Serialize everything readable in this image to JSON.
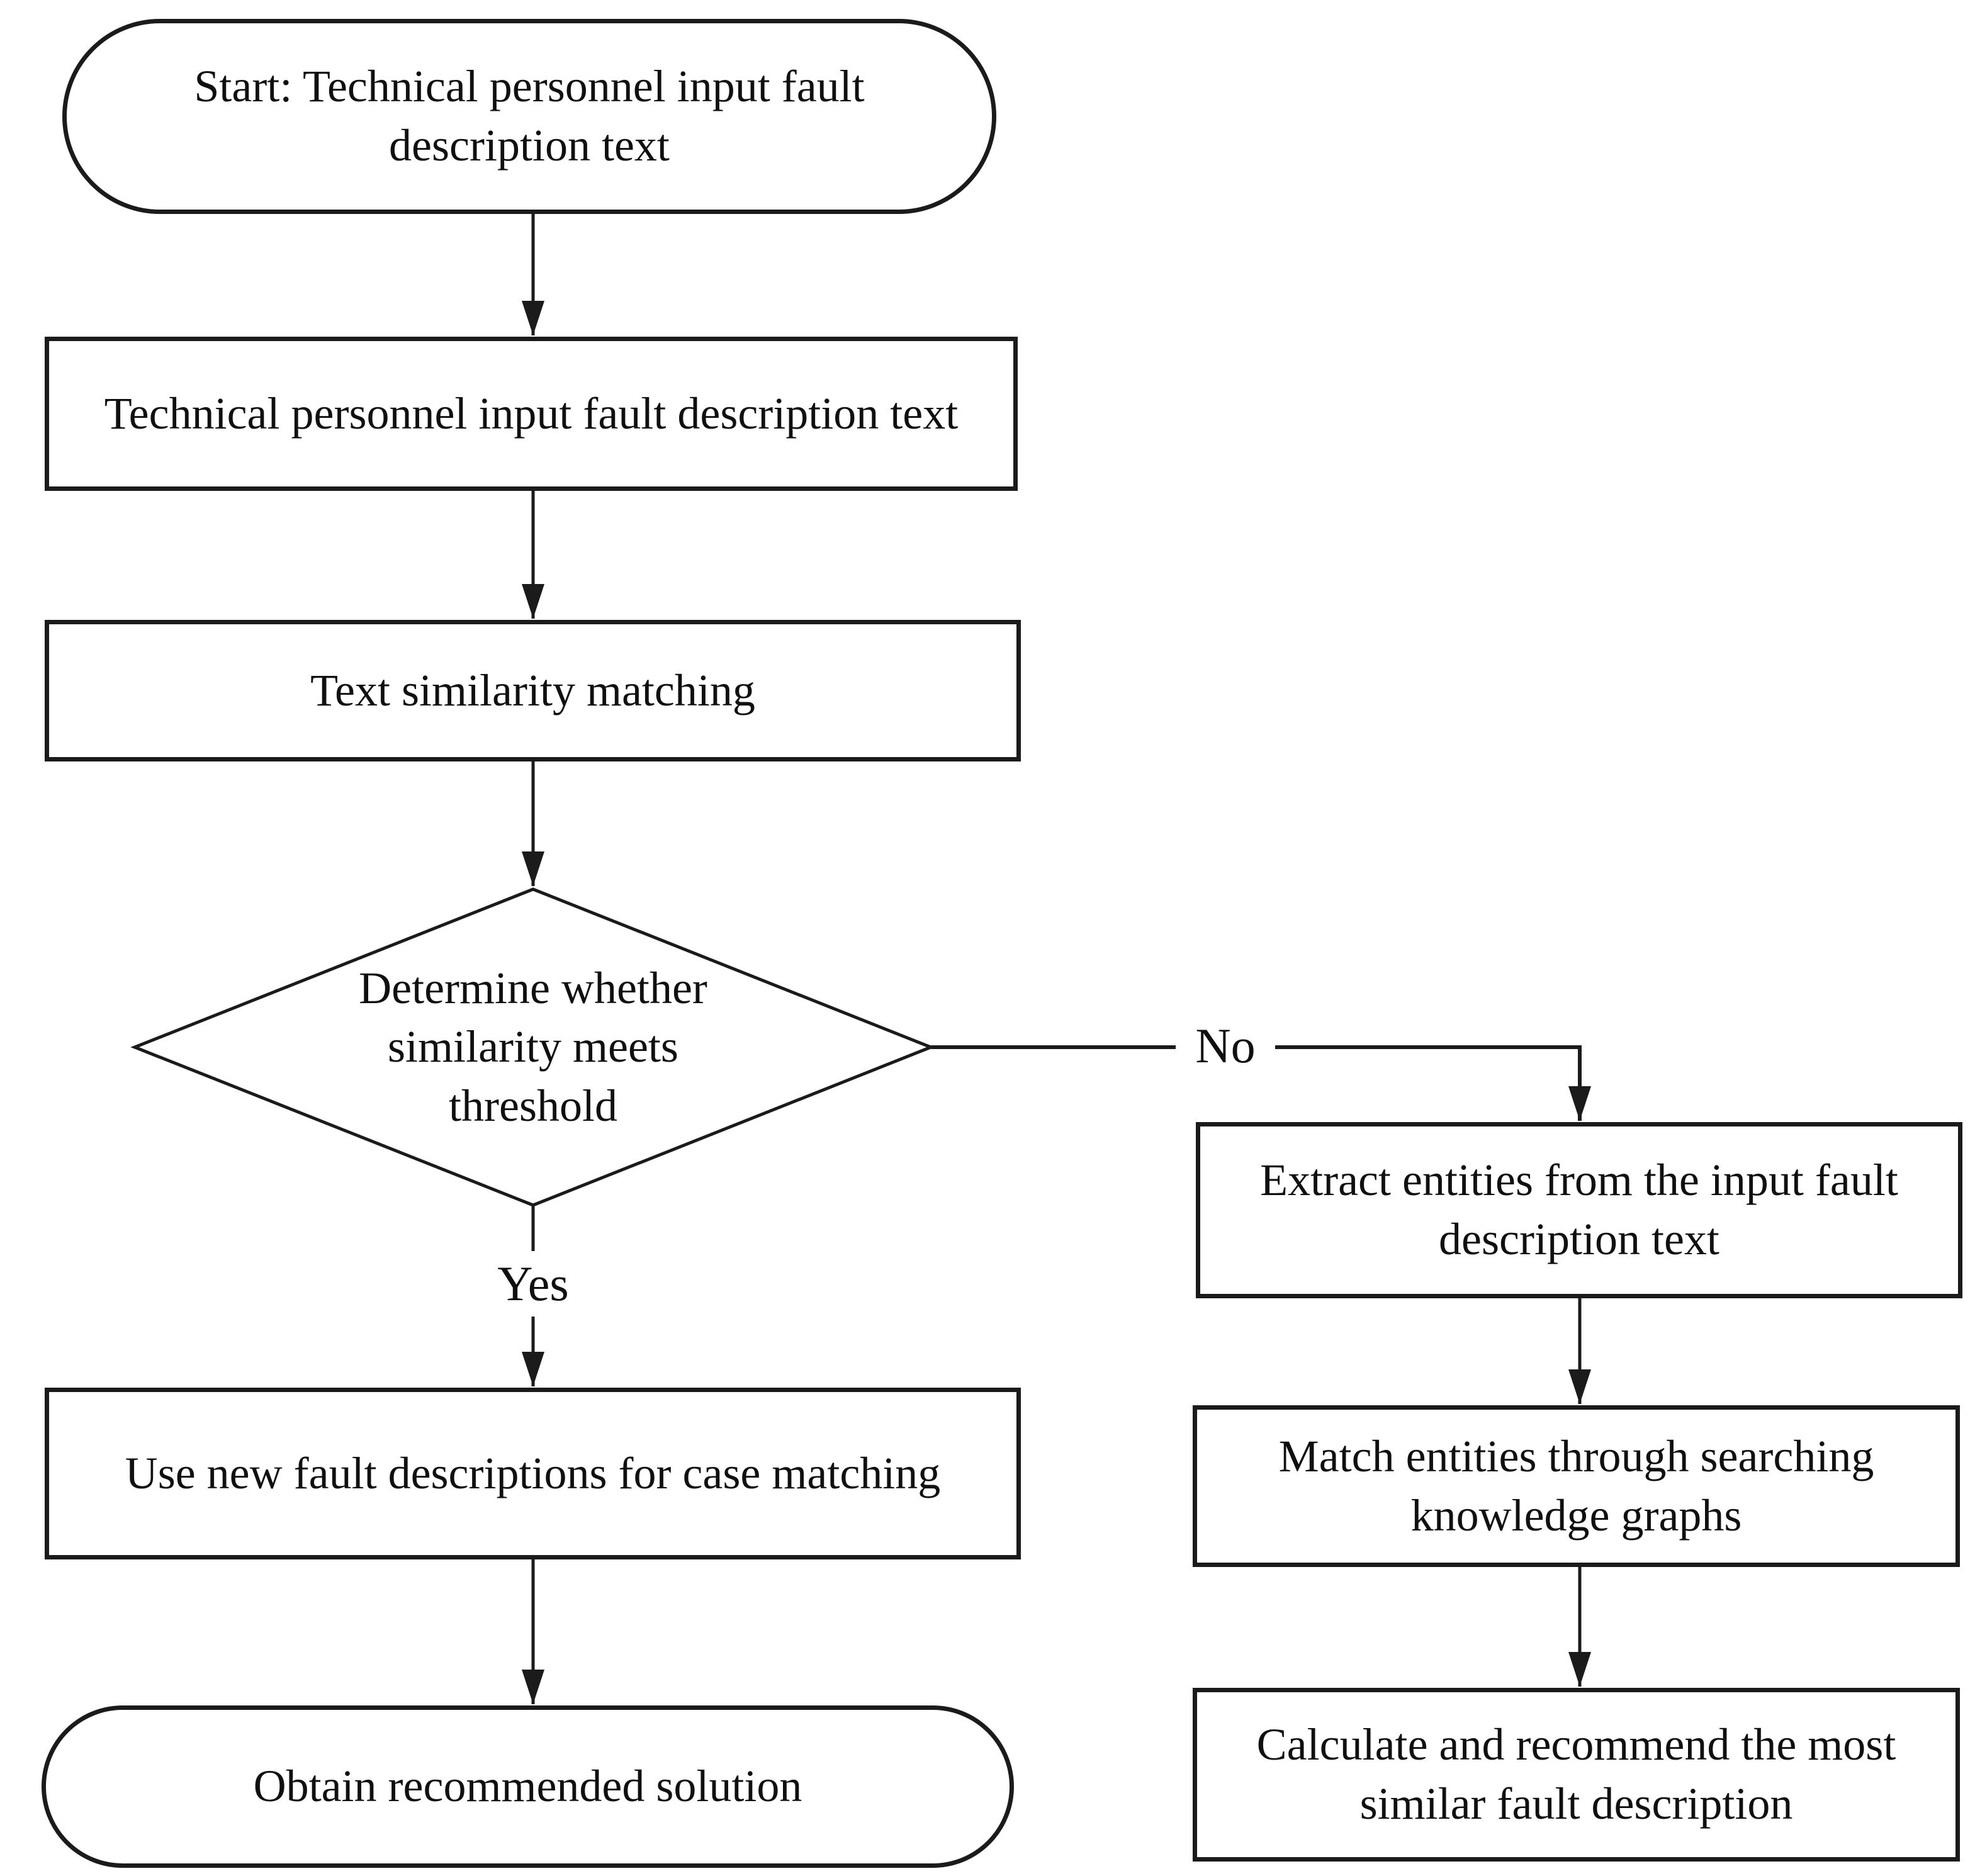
{
  "diagram": {
    "colors": {
      "stroke": "#1b1b1b",
      "background": "#ffffff",
      "text": "#101010"
    },
    "nodes": {
      "start": {
        "label": "Start: Technical personnel input fault\ndescription text"
      },
      "input": {
        "label": "Technical personnel input fault description text"
      },
      "similarity": {
        "label": "Text similarity matching"
      },
      "decision": {
        "label": "Determine whether\nsimilarity meets\nthreshold"
      },
      "case_matching": {
        "label": "Use new fault descriptions for case matching"
      },
      "solution": {
        "label": "Obtain recommended solution"
      },
      "extract": {
        "label": "Extract entities from the input fault\ndescription text"
      },
      "match_entities": {
        "label": "Match entities through searching\nknowledge graphs"
      },
      "calculate": {
        "label": "Calculate and recommend the most\nsimilar fault description"
      }
    },
    "edge_labels": {
      "yes": "Yes",
      "no": "No"
    }
  }
}
